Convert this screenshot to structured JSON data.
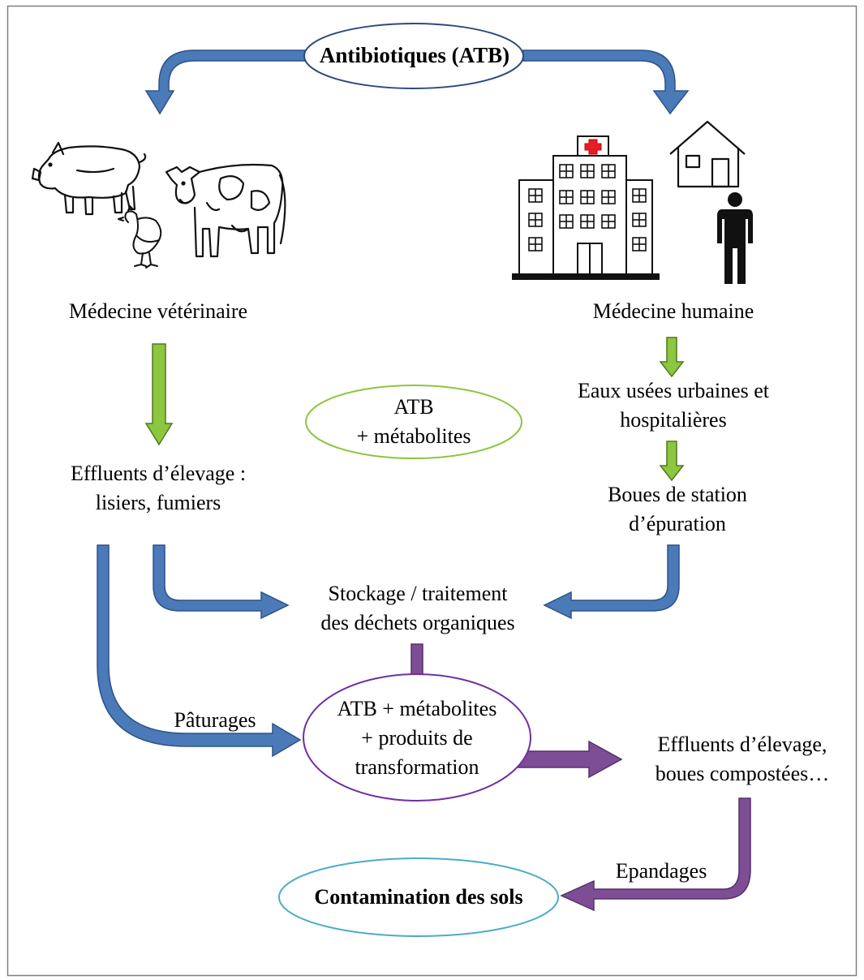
{
  "colors": {
    "frame": "#7f7f7f",
    "blue_arrow": "#4a7ab8",
    "blue_arrow_edge": "#2f5288",
    "green_arrow": "#8dc63f",
    "green_arrow_edge": "#4e7a1f",
    "purple_arrow": "#7d4e96",
    "purple_arrow_edge": "#553268",
    "ellipse_top": "#2e4a7d",
    "ellipse_green": "#8dc63f",
    "ellipse_purple": "#7030a0",
    "ellipse_cyan": "#4bacc6",
    "cross_red": "#e31e24"
  },
  "icons": {
    "vet": [
      "pig-icon",
      "cow-icon",
      "chicken-icon"
    ],
    "human": [
      "hospital-icon",
      "house-icon",
      "person-icon"
    ]
  },
  "nodes": {
    "antibiotics": "Antibiotiques (ATB)",
    "vet_medicine": "Médecine vétérinaire",
    "human_medicine": "Médecine humaine",
    "atb_metabolites_1": "ATB",
    "atb_metabolites_2": "+ métabolites",
    "livestock_effluents_1": "Effluents d’élevage :",
    "livestock_effluents_2": "lisiers, fumiers",
    "wastewater_1": "Eaux usées urbaines et",
    "wastewater_2": "hospitalières",
    "sludge_1": "Boues de station",
    "sludge_2": "d’épuration",
    "storage_1": "Stockage / traitement",
    "storage_2": "des déchets organiques",
    "transform_1": "ATB + métabolites",
    "transform_2": "+ produits de",
    "transform_3": "transformation",
    "composted_1": "Effluents d’élevage,",
    "composted_2": "boues compostées…",
    "soil_contamination": "Contamination des sols"
  },
  "edge_labels": {
    "pastures": "Pâturages",
    "spreading": "Epandages"
  }
}
